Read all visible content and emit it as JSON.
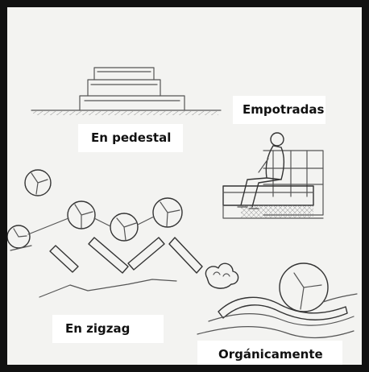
{
  "labels": {
    "pedestal": "En pedestal",
    "empotradas": "Empotradas",
    "zigzag": "En zigzag",
    "organicamente": "Orgánicamente"
  },
  "colors": {
    "frame": "#111111",
    "paper": "#f3f3f1",
    "ink": "#555555",
    "label_bg": "#ffffff"
  }
}
